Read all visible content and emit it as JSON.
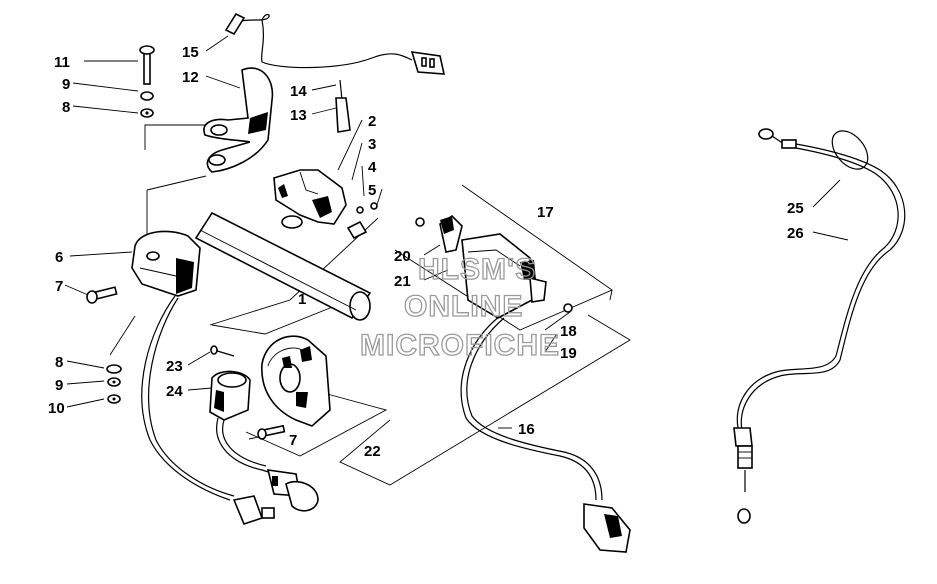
{
  "watermark": [
    "HLSM'S",
    "ONLINE",
    "MICROFICHE"
  ],
  "callouts": [
    {
      "id": "c11",
      "text": "11"
    },
    {
      "id": "c9a",
      "text": "9"
    },
    {
      "id": "c8a",
      "text": "8"
    },
    {
      "id": "c15",
      "text": "15"
    },
    {
      "id": "c12",
      "text": "12"
    },
    {
      "id": "c14",
      "text": "14"
    },
    {
      "id": "c13",
      "text": "13"
    },
    {
      "id": "c2",
      "text": "2"
    },
    {
      "id": "c3",
      "text": "3"
    },
    {
      "id": "c4",
      "text": "4"
    },
    {
      "id": "c5",
      "text": "5"
    },
    {
      "id": "c6",
      "text": "6"
    },
    {
      "id": "c7a",
      "text": "7"
    },
    {
      "id": "c1",
      "text": "1"
    },
    {
      "id": "c17",
      "text": "17"
    },
    {
      "id": "c20",
      "text": "20"
    },
    {
      "id": "c21",
      "text": "21"
    },
    {
      "id": "c18",
      "text": "18"
    },
    {
      "id": "c19",
      "text": "19"
    },
    {
      "id": "c8b",
      "text": "8"
    },
    {
      "id": "c9b",
      "text": "9"
    },
    {
      "id": "c10",
      "text": "10"
    },
    {
      "id": "c23",
      "text": "23"
    },
    {
      "id": "c24",
      "text": "24"
    },
    {
      "id": "c7b",
      "text": "7"
    },
    {
      "id": "c22",
      "text": "22"
    },
    {
      "id": "c16",
      "text": "16"
    },
    {
      "id": "c25",
      "text": "25"
    },
    {
      "id": "c26",
      "text": "26"
    }
  ]
}
